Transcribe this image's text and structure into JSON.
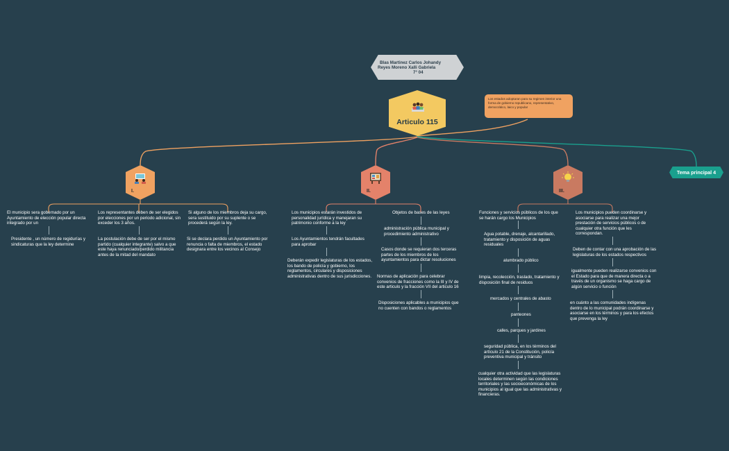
{
  "author": {
    "line1": "Blas Martinez Carlos Johandy",
    "line2": "Reyes Moreno Xalli Gabriela",
    "line3": "7° 04"
  },
  "main_topic": {
    "label": "Articulo 115",
    "color": "#f3c961"
  },
  "note": {
    "text": "Los estados adoptaran para su regimen interior una forma de gobierno republicano, representativo, democrático, laico y popular"
  },
  "topic4": {
    "label": "Tema principal 4"
  },
  "colors": {
    "background": "#27404d",
    "sec1": "#f0a261",
    "sec2": "#e4826a",
    "sec3": "#c97a61",
    "topic4": "#1aa08e"
  },
  "sections": [
    {
      "label": "I.",
      "icon": "meeting-icon",
      "branches": [
        [
          "El municipio sera gobernado por un Ayuntamiento de elección popular directa integrado por un",
          "Presidente , un número de regidurías y sindicaturas que la ley determine"
        ],
        [
          "Los representantes deben de ser elegidos por elecciones por un periodo adicional, sin exceder los 3 años.",
          "La postulación debe de ser por el mismo partido (cualquier integrante) salvo a que este haya renunciado/perdido militancia antes de la mitad del mandato"
        ],
        [
          "Si alguno de los miembros deja su cargo, sera sustituido por su suplente o se procederá según la ley.",
          "Si se declara perdido un Ayuntamiento por renuncia o falta de miembros, el estado designara entre los vecinos al Consejo"
        ]
      ]
    },
    {
      "label": "II.",
      "icon": "board-icon",
      "branches": [
        [
          "Los municipios estarán investidos de personalidad jurídica y manejaran su patrimonio conforme a la ley",
          "Los Ayuntamientos tendrán facultades para aprobar",
          "Deberán expedir legislaturas de los estados, los bando de policía y gobierno, los reglamentos, circulares y disposiciones administrativas dentro de sus jurisdicciones."
        ],
        [
          "Objetos de bases de las leyes",
          "administración pública municipal y procedimiento administrativo",
          "Casos donde se requieran dos terceras partes de los miembros de los ayuntamientos para dictar resoluciones",
          "Normas de aplicación para celebrar convenios de fracciones como la III y IV de este articulo y la fracción VII del articulo 16",
          "Disposiciones aplicables a municipios que no cuenten con bandos o reglamentos"
        ]
      ]
    },
    {
      "label": "III.",
      "icon": "lightbulb-icon",
      "branches": [
        [
          "Funciones y servicios públicos de los que se harán cargo los Municipios",
          "Agua potable, drenaje, alcantarillado, tratamiento y disposición de aguas residuales",
          "alumbrado público",
          "limpia, recolección, traslado, tratamiento y disposición final de residuos",
          "mercados y centrales de abasto",
          "panteones",
          "calles, parques y jardines",
          "seguridad pública, en los términos del artículo 21 de la Constitución, policía preventiva municipal y tránsito",
          "cualquier otra actividad que las legislaturas locales determinen según las condiciones territoriales y las socioeconómicas de los municipios al igual que las administrativas y financieras."
        ],
        [
          "Los municipios pueden coordinarse y asociarse para realizar una mejor prestación de servicios públicos o de cualquier otra función que les correspondan.",
          "Deben de contar con una aprobación de las legislaturas de los estados respectivos",
          "igualmente pueden realizarse convenios con el Estado para que de manera directa o a través de un organismo se haga cargo de algún servicio o función",
          "en cuánto a las comunidades indígenas dentro de lo municipal podrán coordinarse y asociarse en los términos y para los efectos que prevenga la ley"
        ]
      ]
    }
  ]
}
